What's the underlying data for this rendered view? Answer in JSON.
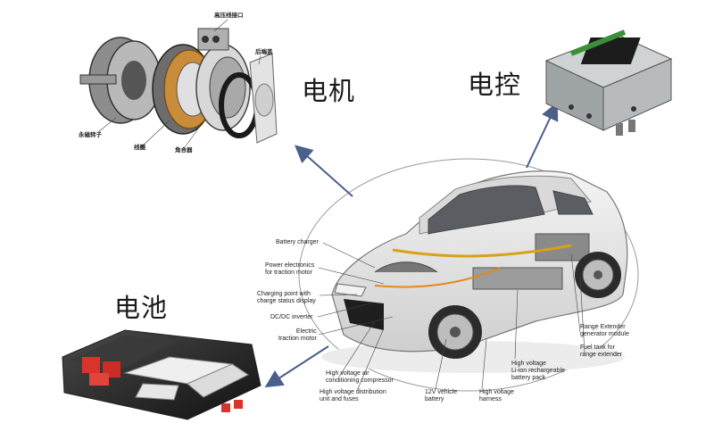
{
  "labels": {
    "motor": "电机",
    "controller": "电控",
    "battery": "电池"
  },
  "motor_parts": {
    "rotor": "永磁转子",
    "winding": "线圈",
    "connector": "高压线接口",
    "housing": "后端盖",
    "bearing": "角合器"
  },
  "callouts_left": [
    "Battery charger",
    "Power electronics\nfor traction motor",
    "Charging point with\ncharge status display",
    "DC/DC inverter",
    "Electric\ntraction motor",
    "High voltage air\nconditioning compressor",
    "High voltage distribution\nunit and fuses"
  ],
  "callouts_bottom": [
    "12V vehicle\nbattery",
    "High voltage\nharness",
    "High voltage\nLi-ion rechargeable\nbattery pack"
  ],
  "callouts_right": [
    "Range Extender\ngenerator module",
    "Fuel tank for\nrange extender"
  ],
  "colors": {
    "arrow": "#4a5f8a",
    "ellipse": "#9a9a9a",
    "car_body": "#e6e6e6",
    "battery_red": "#d9342b"
  }
}
